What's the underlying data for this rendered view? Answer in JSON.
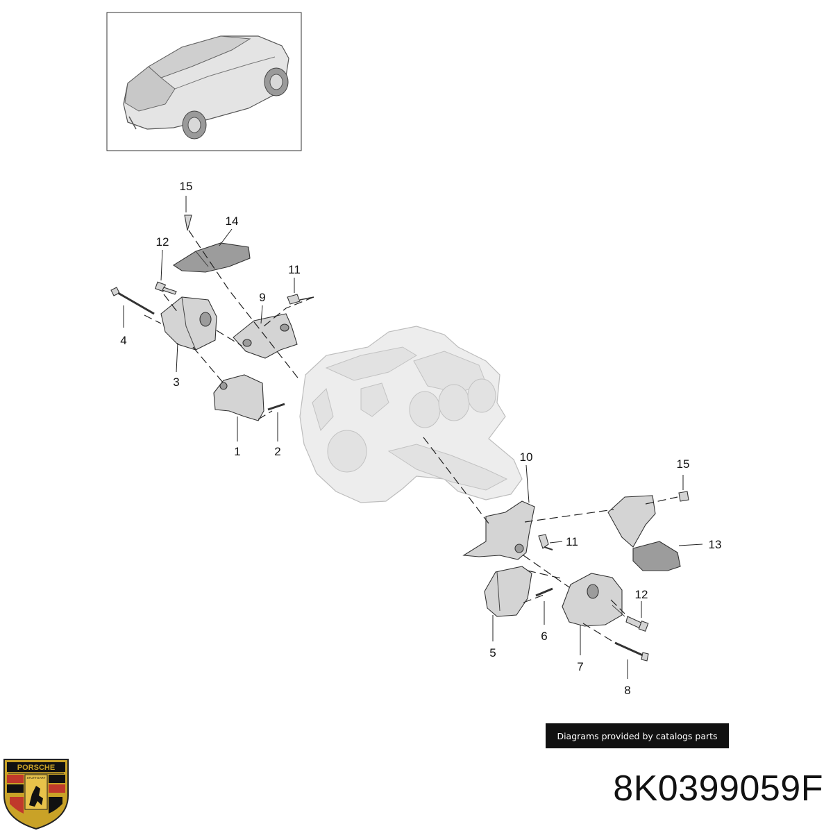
{
  "diagram": {
    "callouts": [
      {
        "id": "c15a",
        "label": "15"
      },
      {
        "id": "c14",
        "label": "14"
      },
      {
        "id": "c12a",
        "label": "12"
      },
      {
        "id": "c11a",
        "label": "11"
      },
      {
        "id": "c9",
        "label": "9"
      },
      {
        "id": "c4",
        "label": "4"
      },
      {
        "id": "c3",
        "label": "3"
      },
      {
        "id": "c1",
        "label": "1"
      },
      {
        "id": "c2",
        "label": "2"
      },
      {
        "id": "c10",
        "label": "10"
      },
      {
        "id": "c15b",
        "label": "15"
      },
      {
        "id": "c11b",
        "label": "11"
      },
      {
        "id": "c13",
        "label": "13"
      },
      {
        "id": "c12b",
        "label": "12"
      },
      {
        "id": "c5",
        "label": "5"
      },
      {
        "id": "c6",
        "label": "6"
      },
      {
        "id": "c7",
        "label": "7"
      },
      {
        "id": "c8",
        "label": "8"
      }
    ]
  },
  "credit": "Diagrams provided by catalogs parts",
  "part_number": "8K0399059F",
  "logo": {
    "text": "PORSCHE",
    "subtext": "STUTTGART",
    "icon": "porsche-crest-icon"
  }
}
